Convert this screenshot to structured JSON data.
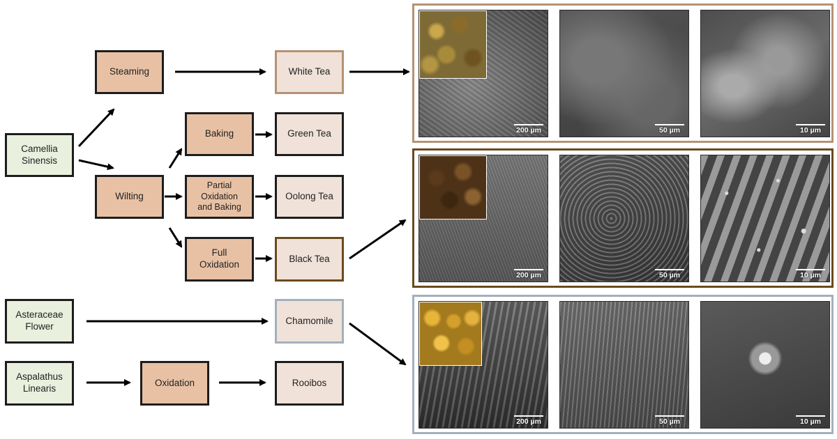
{
  "sources": {
    "camellia": "Camellia\nSinensis",
    "asteraceae": "Asteraceae\nFlower",
    "aspalathus": "Aspalathus\nLinearis"
  },
  "processes": {
    "steaming": "Steaming",
    "wilting": "Wilting",
    "baking": "Baking",
    "partial": "Partial\nOxidation\nand Baking",
    "full": "Full\nOxidation",
    "oxidation": "Oxidation"
  },
  "products": {
    "white": "White Tea",
    "green": "Green Tea",
    "oolong": "Oolong Tea",
    "black": "Black Tea",
    "chamomile": "Chamomile",
    "rooibos": "Rooibos"
  },
  "scales": {
    "low": "200 µm",
    "mid": "50 µm",
    "high": "10 µm"
  },
  "colors": {
    "white_tea_border": "#b59274",
    "black_tea_border": "#6b4a1e",
    "chamomile_border": "#a3b0bd",
    "source_fill": "#e9f0de",
    "process_fill": "#e8c1a4",
    "product_fill": "#f0e2d8"
  }
}
